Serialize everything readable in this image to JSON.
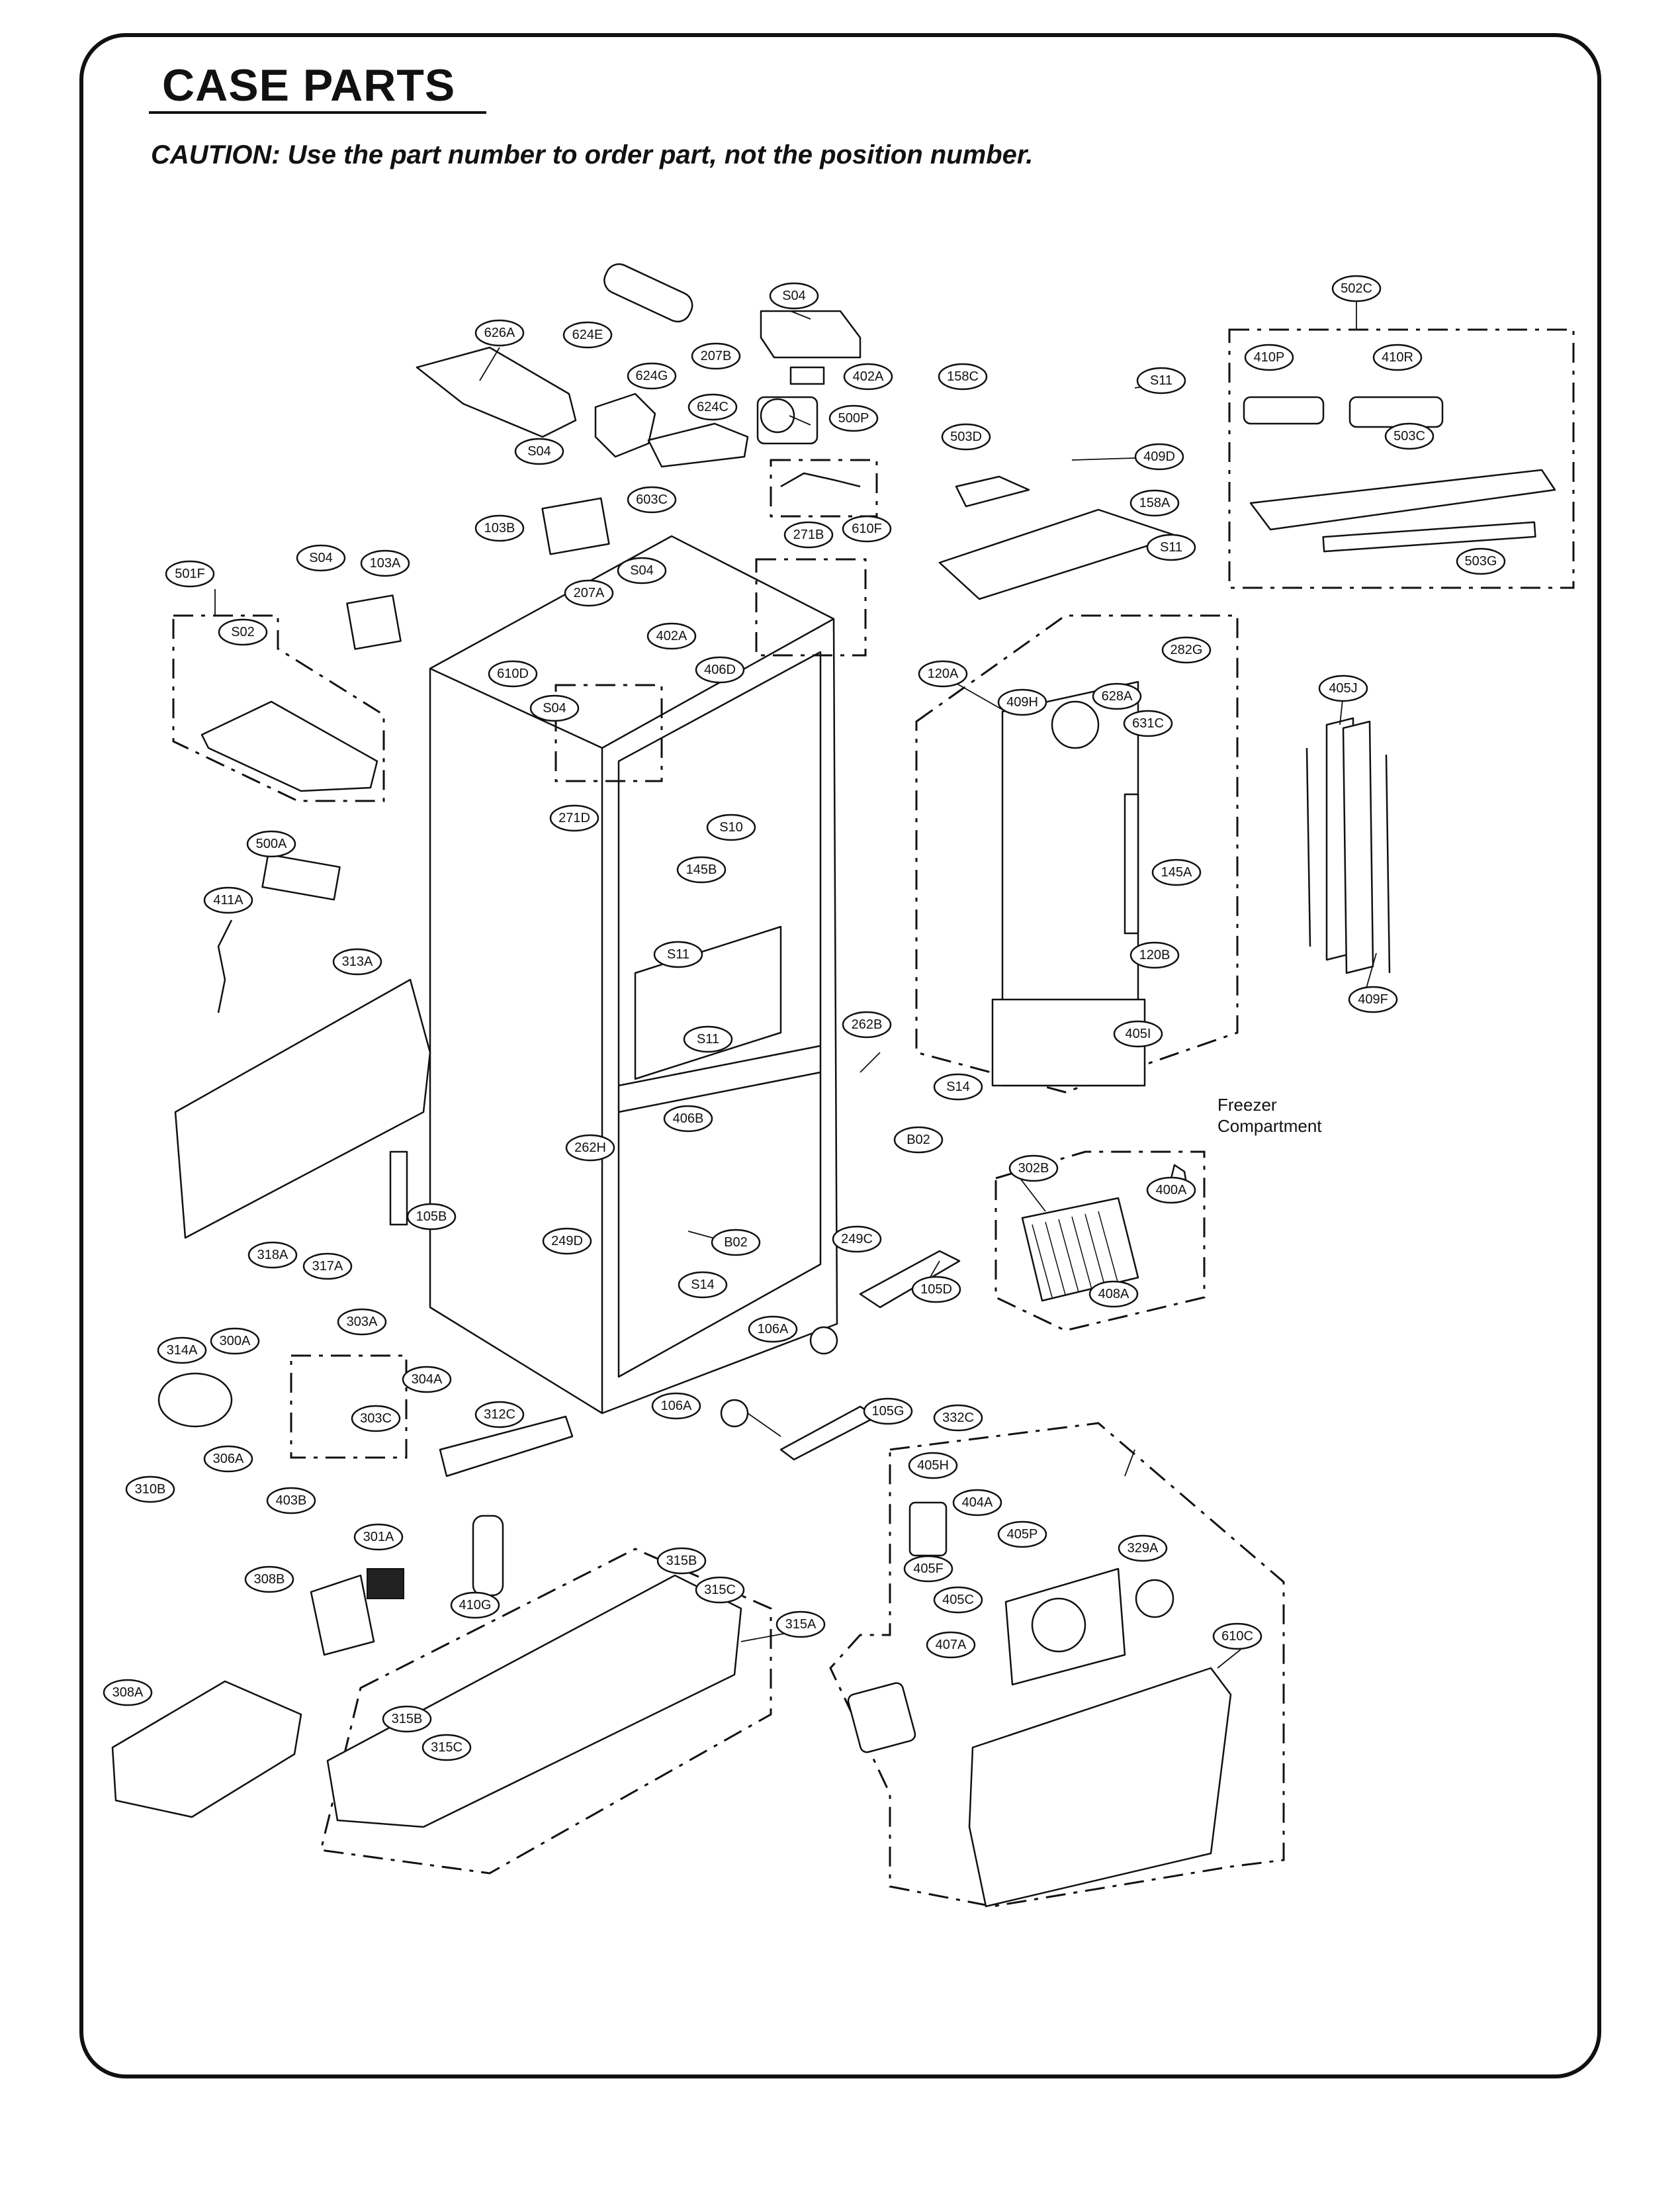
{
  "title": "CASE PARTS",
  "caution": "CAUTION: Use the part number to order part, not the position number.",
  "annotation": {
    "line1": "Freezer",
    "line2": "Compartment"
  },
  "callouts": [
    "626A",
    "624E",
    "S04",
    "207B",
    "402A",
    "500P",
    "624G",
    "624C",
    "S04",
    "603C",
    "103B",
    "610F",
    "158C",
    "S11",
    "503D",
    "409D",
    "158A",
    "S11",
    "502C",
    "410P",
    "410R",
    "503C",
    "503G",
    "501F",
    "S04",
    "103A",
    "S02",
    "S04",
    "207A",
    "402A",
    "610D",
    "S04",
    "271B",
    "406D",
    "S10",
    "271D",
    "145B",
    "S11",
    "S11",
    "500A",
    "411A",
    "313A",
    "120A",
    "409H",
    "628A",
    "631C",
    "282G",
    "145A",
    "120B",
    "405I",
    "405J",
    "409F",
    "262B",
    "S14",
    "B02",
    "262H",
    "406B",
    "249D",
    "B02",
    "249C",
    "S14",
    "105B",
    "302B",
    "400A",
    "408A",
    "105D",
    "106A",
    "106A",
    "105G",
    "318A",
    "317A",
    "303A",
    "314A",
    "300A",
    "304A",
    "303C",
    "306A",
    "310B",
    "312C",
    "403B",
    "301A",
    "308B",
    "410G",
    "315B",
    "315C",
    "315A",
    "315B",
    "315C",
    "308A",
    "332C",
    "405H",
    "404A",
    "405P",
    "329A",
    "405F",
    "405C",
    "407A",
    "610C"
  ]
}
